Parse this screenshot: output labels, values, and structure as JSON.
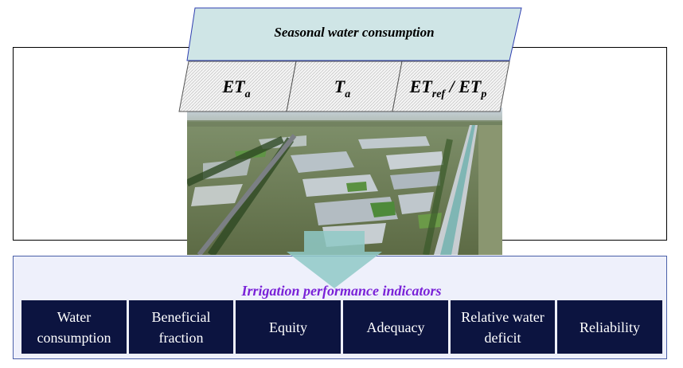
{
  "banner": {
    "title": "Seasonal water consumption"
  },
  "et_inputs": [
    {
      "main": "ET",
      "sub": "a"
    },
    {
      "main": "T",
      "sub": "a"
    },
    {
      "main": "ET",
      "sub": "ref",
      "sep": " / ",
      "main2": "ET",
      "sub2": "p"
    }
  ],
  "panel": {
    "title": "Irrigation performance indicators"
  },
  "indicators": [
    {
      "label": "Water consumption"
    },
    {
      "label": "Beneficial fraction"
    },
    {
      "label": "Equity"
    },
    {
      "label": "Adequacy"
    },
    {
      "label": "Relative water deficit"
    },
    {
      "label": "Reliability"
    }
  ],
  "colors": {
    "banner_fill": "#cfe5e6",
    "banner_stroke": "#2f3fb0",
    "indicator_fill": "#0c1440",
    "panel_title": "#7a22d8",
    "arrow_fill": "#8fc9c7"
  },
  "photo": {
    "subject": "aerial-irrigated-fields-with-canal"
  }
}
